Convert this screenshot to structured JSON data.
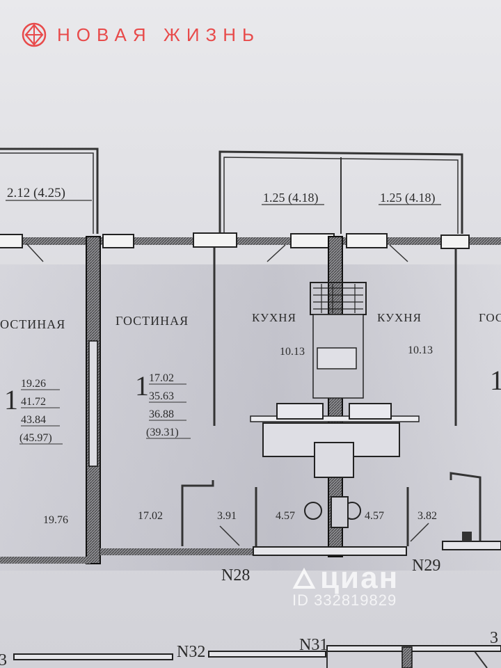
{
  "brand": {
    "name": "НОВАЯ ЖИЗНЬ",
    "color": "#e84a4a",
    "icon": "logo-rhombus-icon"
  },
  "balconies": [
    {
      "area": "2.12 (4.25)"
    },
    {
      "area": "1.25 (4.18)"
    },
    {
      "area": "1.25 (4.18)"
    }
  ],
  "rooms": {
    "living_left": "ОСТИНАЯ",
    "living_center": "ГОСТИНАЯ",
    "kitchen_left": "КУХНЯ",
    "kitchen_right": "КУХНЯ",
    "living_right_partial": "ГОС"
  },
  "apartments": [
    {
      "rooms": "1",
      "values": [
        "19.26",
        "41.72",
        "43.84",
        "(45.97)"
      ]
    },
    {
      "rooms": "1",
      "values": [
        "17.02",
        "35.63",
        "36.88",
        "(39.31)"
      ]
    },
    {
      "rooms": "1",
      "values": []
    }
  ],
  "kitchen_areas": [
    "10.13",
    "10.13"
  ],
  "small_areas": [
    "19.76",
    "17.02",
    "3.91",
    "4.57",
    "4.57",
    "3.82"
  ],
  "unit_numbers": {
    "n28": "N28",
    "n29": "N29",
    "n32": "N32",
    "n31": "N31",
    "n33_partial": "3",
    "n30_partial": "3"
  },
  "watermark": {
    "name": "циан",
    "id": "ID 332819829",
    "icon": "cian-logo-icon"
  }
}
